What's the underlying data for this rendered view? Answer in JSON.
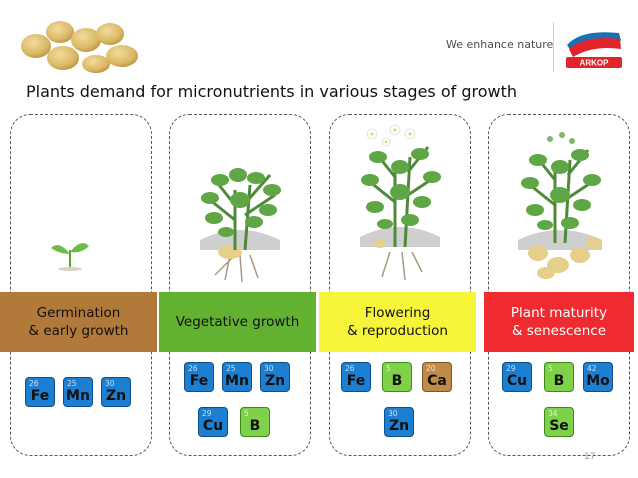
{
  "header": {
    "tagline": "We enhance nature",
    "logo_text": "ARKOP",
    "icon": "potato-icon"
  },
  "title": "Plants demand for micronutrients in various stages of growth",
  "colors": {
    "germination": "#b27a3a",
    "vegetative": "#62b130",
    "flowering": "#f7f53a",
    "maturity": "#ef2b30",
    "tile_blue": "#1d7fd2",
    "tile_green": "#7ed148",
    "tile_brown": "#c08a4b",
    "logo_red": "#e3222a",
    "logo_blue": "#1b6fb5"
  },
  "stages": [
    {
      "label": "Germination\n& early growth",
      "illustration": "seedling-icon",
      "nutrients": [
        {
          "number": "26",
          "symbol": "Fe",
          "color": "blue"
        },
        {
          "number": "25",
          "symbol": "Mn",
          "color": "blue"
        },
        {
          "number": "30",
          "symbol": "Zn",
          "color": "blue"
        }
      ]
    },
    {
      "label": "Vegetative growth",
      "illustration": "potato-plant-icon",
      "nutrients": [
        {
          "number": "26",
          "symbol": "Fe",
          "color": "blue"
        },
        {
          "number": "25",
          "symbol": "Mn",
          "color": "blue"
        },
        {
          "number": "30",
          "symbol": "Zn",
          "color": "blue"
        },
        {
          "number": "29",
          "symbol": "Cu",
          "color": "blue"
        },
        {
          "number": "5",
          "symbol": "B",
          "color": "green"
        }
      ]
    },
    {
      "label": "Flowering\n& reproduction",
      "illustration": "flowering-potato-plant-icon",
      "nutrients": [
        {
          "number": "26",
          "symbol": "Fe",
          "color": "blue"
        },
        {
          "number": "5",
          "symbol": "B",
          "color": "green"
        },
        {
          "number": "20",
          "symbol": "Ca",
          "color": "brown"
        },
        {
          "number": "30",
          "symbol": "Zn",
          "color": "blue"
        }
      ]
    },
    {
      "label": "Plant maturity\n& senescence",
      "illustration": "mature-potato-plant-icon",
      "nutrients": [
        {
          "number": "29",
          "symbol": "Cu",
          "color": "blue"
        },
        {
          "number": "5",
          "symbol": "B",
          "color": "green"
        },
        {
          "number": "42",
          "symbol": "Mo",
          "color": "blue"
        },
        {
          "number": "34",
          "symbol": "Se",
          "color": "green"
        }
      ]
    }
  ],
  "page_number": "17"
}
